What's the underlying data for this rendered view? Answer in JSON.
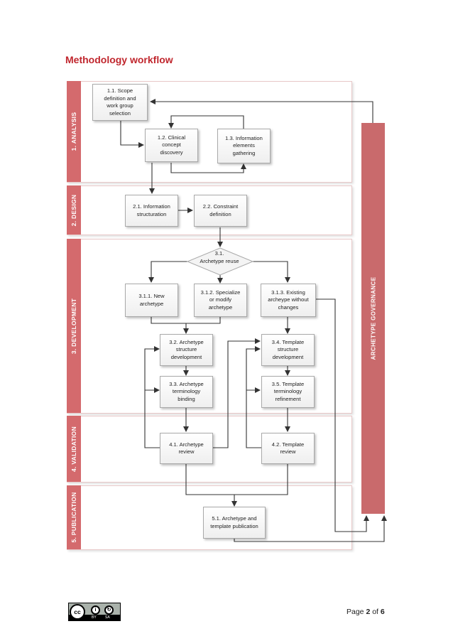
{
  "title": "Methodology workflow",
  "phases": [
    {
      "label": "1. ANALYSIS"
    },
    {
      "label": "2. DESIGN"
    },
    {
      "label": "3. DEVELOPMENT"
    },
    {
      "label": "4. VALIDATION"
    },
    {
      "label": "5. PUBLICATION"
    }
  ],
  "governance": "ARCHETYPE GOVERNANCE",
  "boxes": {
    "b11": "1.1. Scope\ndefinition and\nwork group\nselection",
    "b12": "1.2. Clinical\nconcept\ndiscovery",
    "b13": "1.3. Information\nelements\ngathering",
    "b21": "2.1. Information\nstructuration",
    "b22": "2.2. Constraint\ndefinition",
    "b31": "3.1.\nArchetype reuse",
    "b311": "3.1.1. New\narchetype",
    "b312": "3.1.2. Specialize\nor modify\narchetype",
    "b313": "3.1.3. Existing\narcheype without\nchanges",
    "b32": "3.2. Archetype\nstructure\ndevelopment",
    "b33": "3.3. Archetype\nterminology\nbinding",
    "b34": "3.4. Template\nstructure\ndevelopment",
    "b35": "3.5. Template\nterminology\nrefinement",
    "b41": "4.1. Archetype\nreview",
    "b42": "4.2. Template\nreview",
    "b51": "5.1. Archetype and\ntemplate publication"
  },
  "footer": {
    "page_prefix": "Page ",
    "page_current": "2",
    "page_of": " of ",
    "page_total": "6"
  },
  "license": {
    "cc": "cc",
    "by_icon": "i",
    "sa_icon": "↻",
    "by": "BY",
    "sa": "SA"
  }
}
